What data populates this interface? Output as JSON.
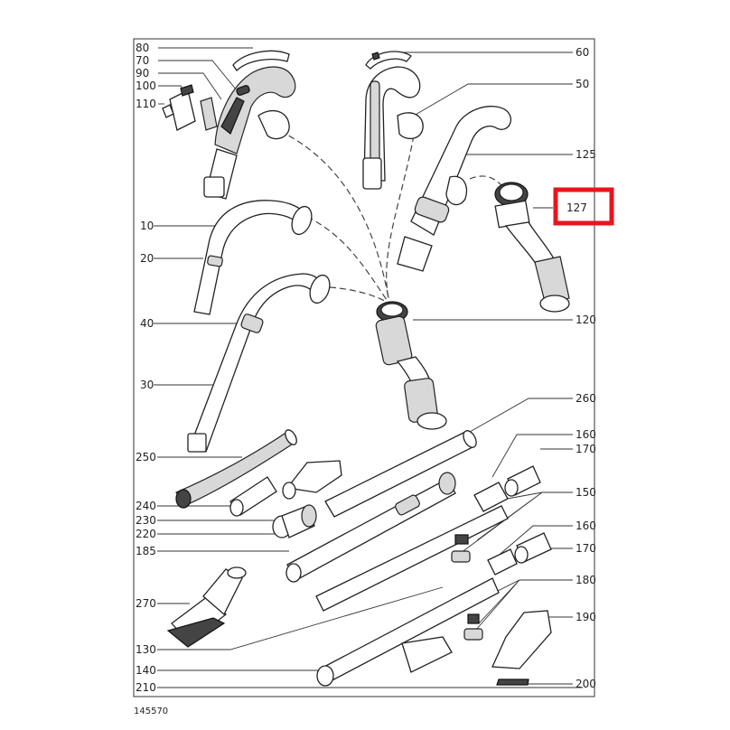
{
  "drawing_number": "145570",
  "highlight_color": "#e8151b",
  "highlighted_part": "127",
  "callouts": [
    {
      "key": "p80",
      "label": "80"
    },
    {
      "key": "p70",
      "label": "70"
    },
    {
      "key": "p90",
      "label": "90"
    },
    {
      "key": "p100",
      "label": "100"
    },
    {
      "key": "p110",
      "label": "110"
    },
    {
      "key": "p60",
      "label": "60"
    },
    {
      "key": "p50",
      "label": "50"
    },
    {
      "key": "p125",
      "label": "125"
    },
    {
      "key": "p127",
      "label": "127"
    },
    {
      "key": "p10",
      "label": "10"
    },
    {
      "key": "p20",
      "label": "20"
    },
    {
      "key": "p40",
      "label": "40"
    },
    {
      "key": "p120",
      "label": "120"
    },
    {
      "key": "p30",
      "label": "30"
    },
    {
      "key": "p260",
      "label": "260"
    },
    {
      "key": "p160a",
      "label": "160"
    },
    {
      "key": "p170a",
      "label": "170"
    },
    {
      "key": "p250",
      "label": "250"
    },
    {
      "key": "p150",
      "label": "150"
    },
    {
      "key": "p240",
      "label": "240"
    },
    {
      "key": "p230",
      "label": "230"
    },
    {
      "key": "p160b",
      "label": "160"
    },
    {
      "key": "p220",
      "label": "220"
    },
    {
      "key": "p185",
      "label": "185"
    },
    {
      "key": "p170b",
      "label": "170"
    },
    {
      "key": "p180",
      "label": "180"
    },
    {
      "key": "p270",
      "label": "270"
    },
    {
      "key": "p190",
      "label": "190"
    },
    {
      "key": "p130",
      "label": "130"
    },
    {
      "key": "p140",
      "label": "140"
    },
    {
      "key": "p200",
      "label": "200"
    },
    {
      "key": "p210",
      "label": "210"
    }
  ]
}
